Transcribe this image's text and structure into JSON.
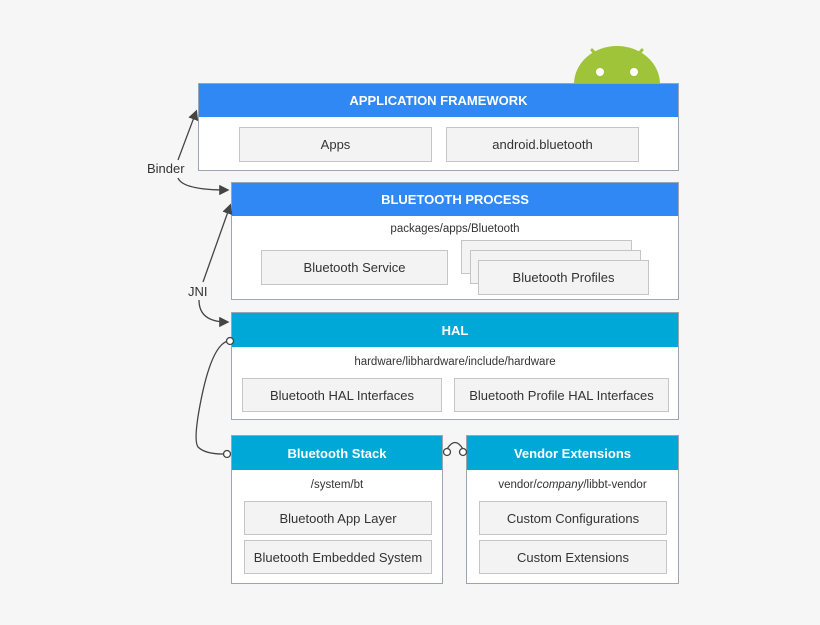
{
  "app_framework": {
    "title": "APPLICATION FRAMEWORK",
    "boxes": [
      "Apps",
      "android.bluetooth"
    ]
  },
  "bt_process": {
    "title": "BLUETOOTH PROCESS",
    "path": "packages/apps/Bluetooth",
    "service": "Bluetooth Service",
    "profiles": "Bluetooth Profiles"
  },
  "hal": {
    "title": "HAL",
    "path": "hardware/libhardware/include/hardware",
    "boxes": [
      "Bluetooth HAL Interfaces",
      "Bluetooth Profile HAL Interfaces"
    ]
  },
  "bt_stack": {
    "title": "Bluetooth Stack",
    "path": "/system/bt",
    "boxes": [
      "Bluetooth App Layer",
      "Bluetooth Embedded System"
    ]
  },
  "vendor": {
    "title": "Vendor Extensions",
    "path_prefix": "vendor/",
    "path_italic": "company",
    "path_suffix": "/libbt-vendor",
    "boxes": [
      "Custom Configurations",
      "Custom Extensions"
    ]
  },
  "connectors": {
    "binder": "Binder",
    "jni": "JNI"
  },
  "colors": {
    "framework_header": "#2f88f4",
    "hal_header": "#00a8d8",
    "android_green": "#9fc43a"
  },
  "icons": [
    "android-robot-icon"
  ]
}
